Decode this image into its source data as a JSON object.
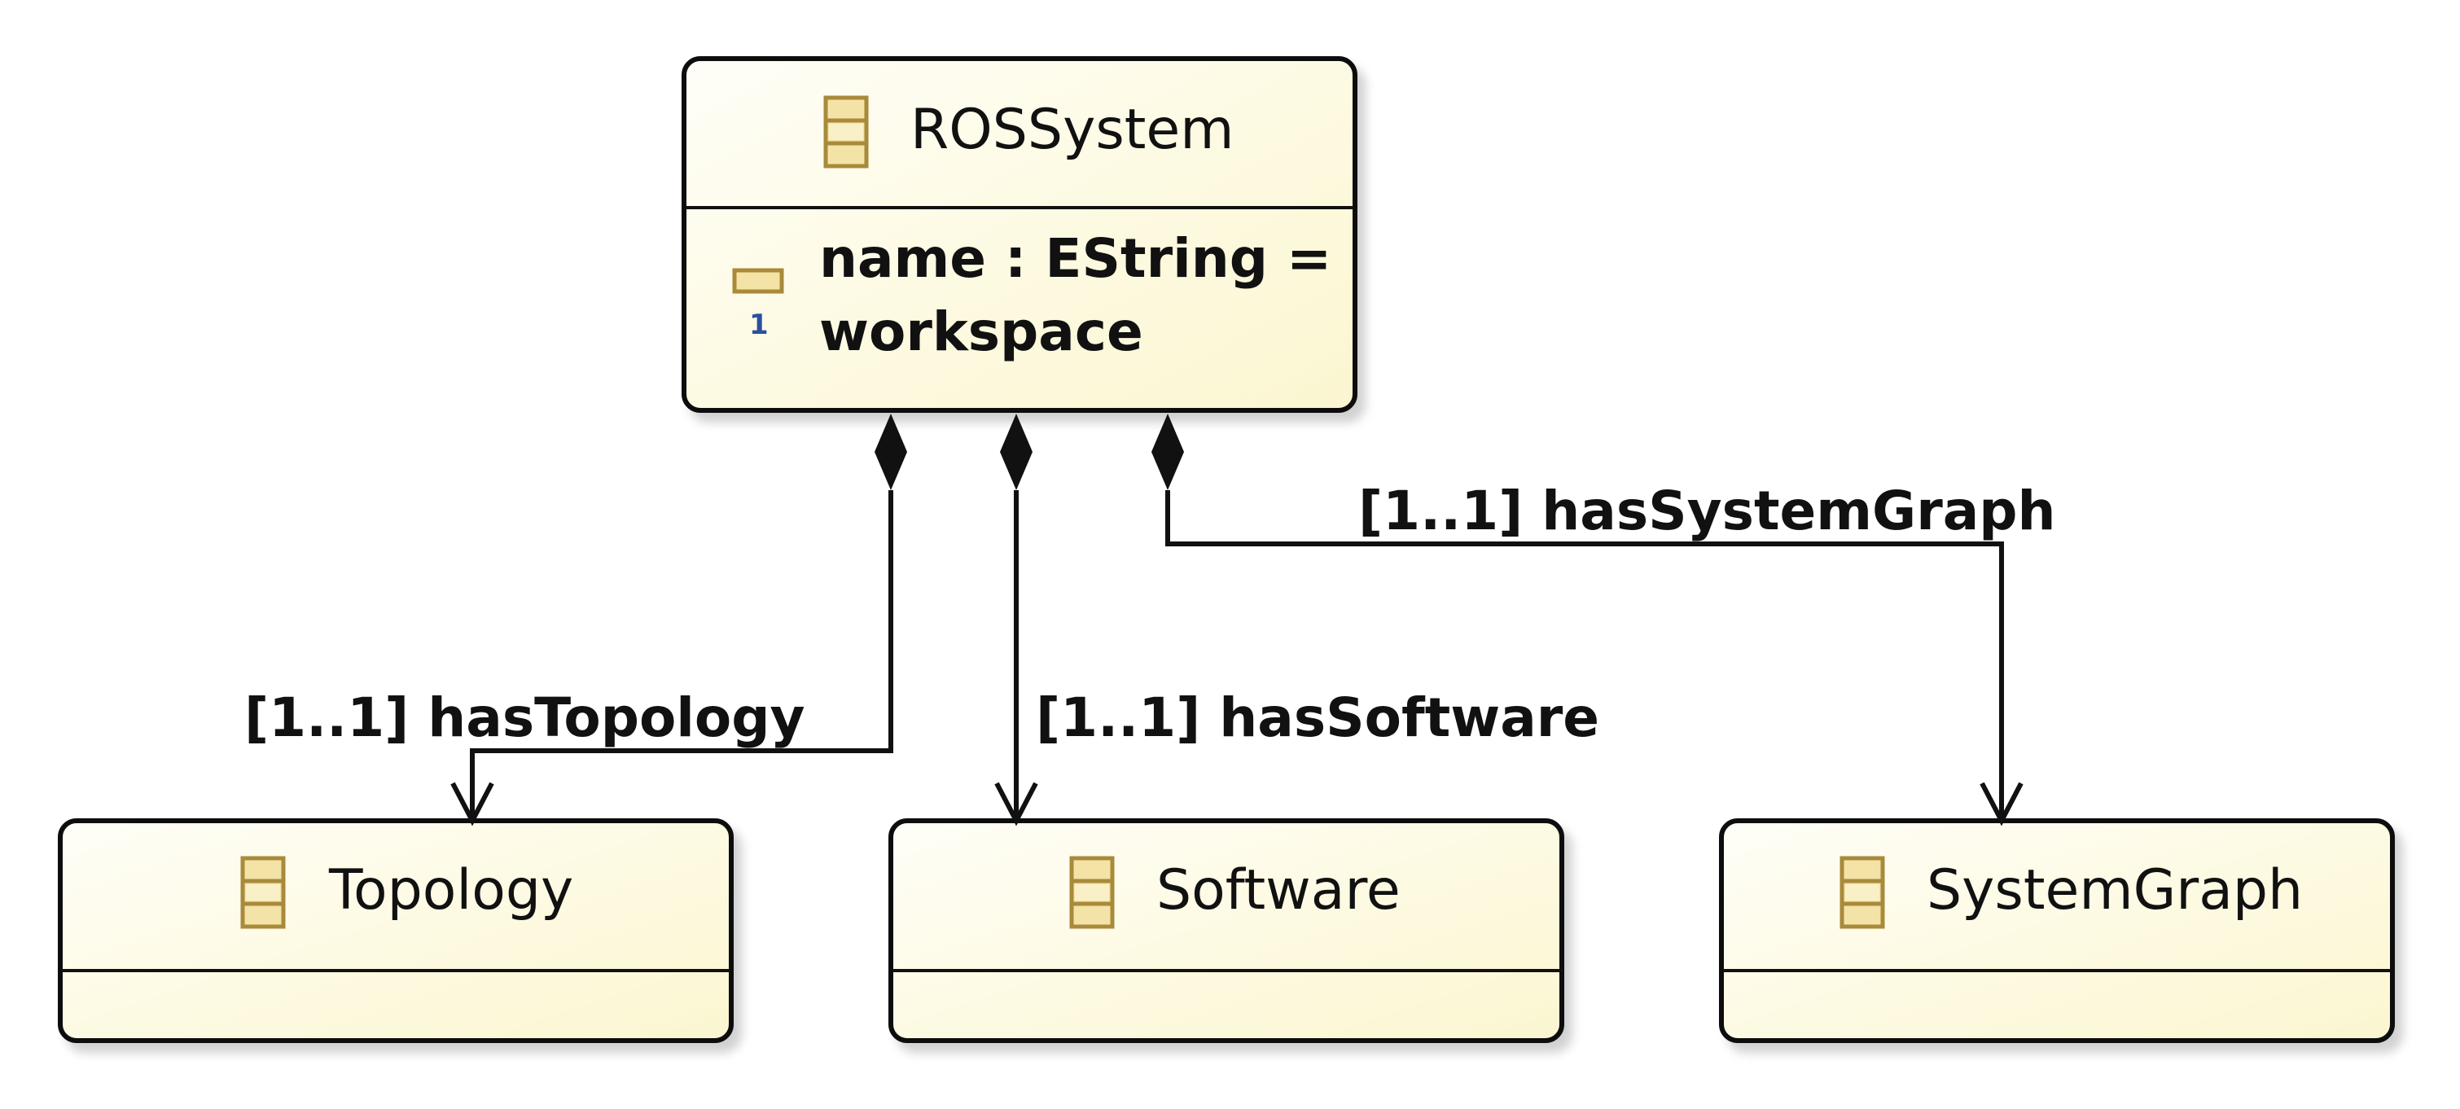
{
  "diagram": {
    "classes": {
      "ros_system": {
        "name": "ROSSystem",
        "attribute": {
          "line1": "name : EString =",
          "line2": "workspace",
          "icon": "attribute-icon"
        },
        "icon": "eclass-icon"
      },
      "topology": {
        "name": "Topology",
        "icon": "eclass-icon"
      },
      "software": {
        "name": "Software",
        "icon": "eclass-icon"
      },
      "system_graph": {
        "name": "SystemGraph",
        "icon": "eclass-icon"
      }
    },
    "references": {
      "has_topology": "[1..1] hasTopology",
      "has_software": "[1..1] hasSoftware",
      "has_system_graph": "[1..1] hasSystemGraph"
    },
    "colors": {
      "class_fill_top": "#fffef6",
      "class_fill_bottom": "#fbf7d4",
      "line": "#111111",
      "icon_fill": "#f1dfa0",
      "icon_stroke": "#a88a3a",
      "multiplicity_icon": "#2b4f9e"
    }
  }
}
